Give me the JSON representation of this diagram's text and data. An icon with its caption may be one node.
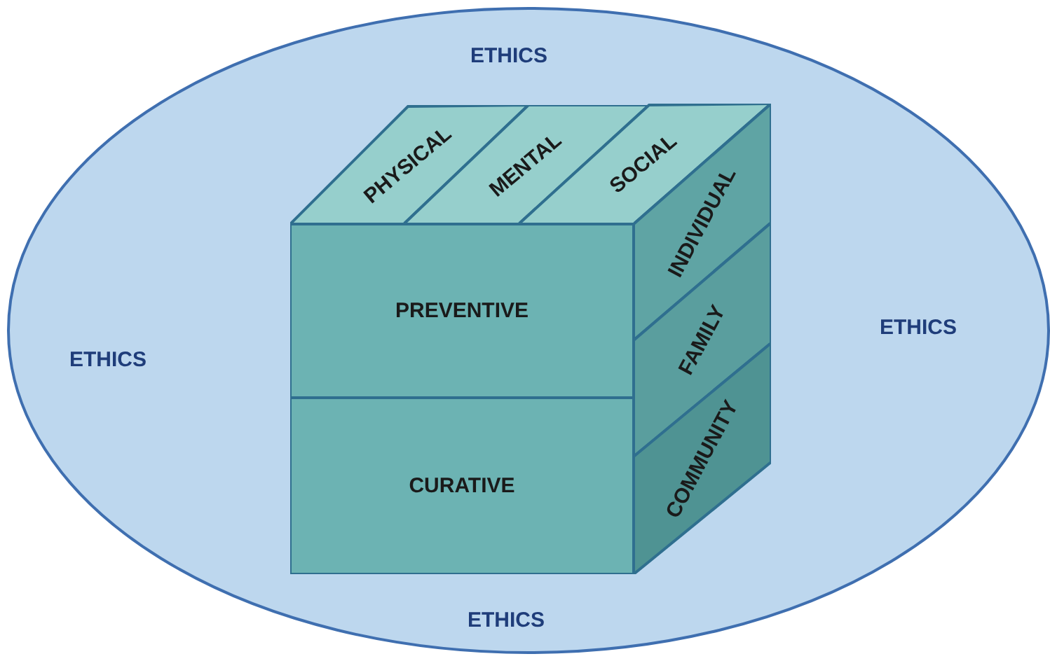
{
  "diagram": {
    "nodes": [
      {
        "text": [
          "ETHICS",
          "ETHICS",
          "ETHICS",
          "ETHICS"
        ]
      },
      {
        "text": [
          "PHYSICAL"
        ],
        "in": 0
      },
      {
        "text": [
          "MENTAL"
        ],
        "in": 0
      },
      {
        "text": [
          "SOCIAL"
        ],
        "in": 0
      },
      {
        "text": [
          "PREVENTIVE"
        ],
        "in": 0
      },
      {
        "text": [
          "CURATIVE"
        ],
        "in": 0
      },
      {
        "text": [
          "INDIVIDUAL"
        ],
        "in": 0
      },
      {
        "text": [
          "FAMILY"
        ],
        "in": 0
      },
      {
        "text": [
          "COMMUNITY"
        ],
        "in": 0
      }
    ]
  }
}
